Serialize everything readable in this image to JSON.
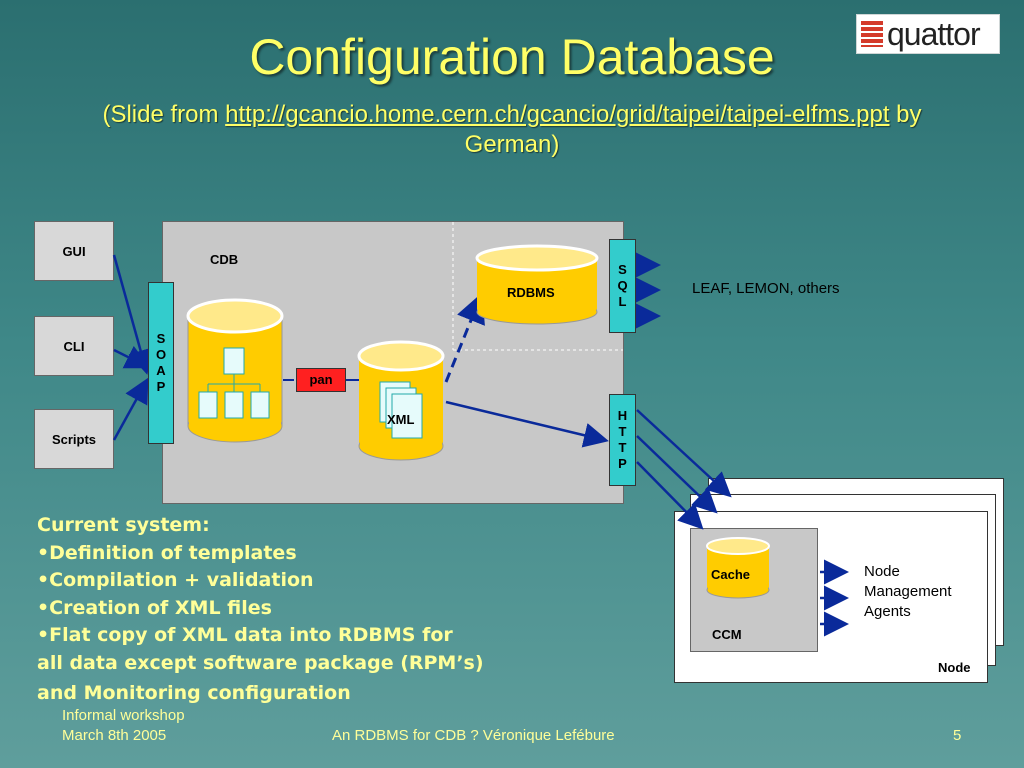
{
  "header": {
    "title": "Configuration Database",
    "subtitle_prefix": "(Slide from ",
    "subtitle_link": "http://gcancio.home.cern.ch/gcancio/grid/taipei/taipei-elfms.ppt",
    "subtitle_suffix": " by German)",
    "logo_text": "quattor"
  },
  "diagram": {
    "clients": [
      "GUI",
      "CLI",
      "Scripts"
    ],
    "cdb_label": "CDB",
    "soap_label": "SOAP",
    "pan_label": "pan",
    "xml_label": "XML",
    "rdbms_label": "RDBMS",
    "sql_label": "SQL",
    "http_label": "HTTP",
    "sql_consumers": "LEAF, LEMON, others",
    "cache_label": "Cache",
    "ccm_label": "CCM",
    "node_label": "Node",
    "agents": [
      "Node",
      "Management",
      "Agents"
    ]
  },
  "bullets": [
    "Current system:",
    "•Definition of templates",
    "•Compilation + validation",
    "•Creation of XML files",
    "•Flat copy of XML data into RDBMS for",
    "all data except software package (RPM’s)",
    "and Monitoring configuration"
  ],
  "footer": {
    "event_line1": "Informal workshop",
    "event_line2": "March 8th 2005",
    "center": "An RDBMS for CDB ? Véronique Lefébure",
    "page": "5"
  },
  "colors": {
    "title": "#ffff66",
    "cylinder": "#ffcc00",
    "bar": "#33cccc",
    "pan": "#ff2020",
    "arrow": "#0a2a9a"
  }
}
